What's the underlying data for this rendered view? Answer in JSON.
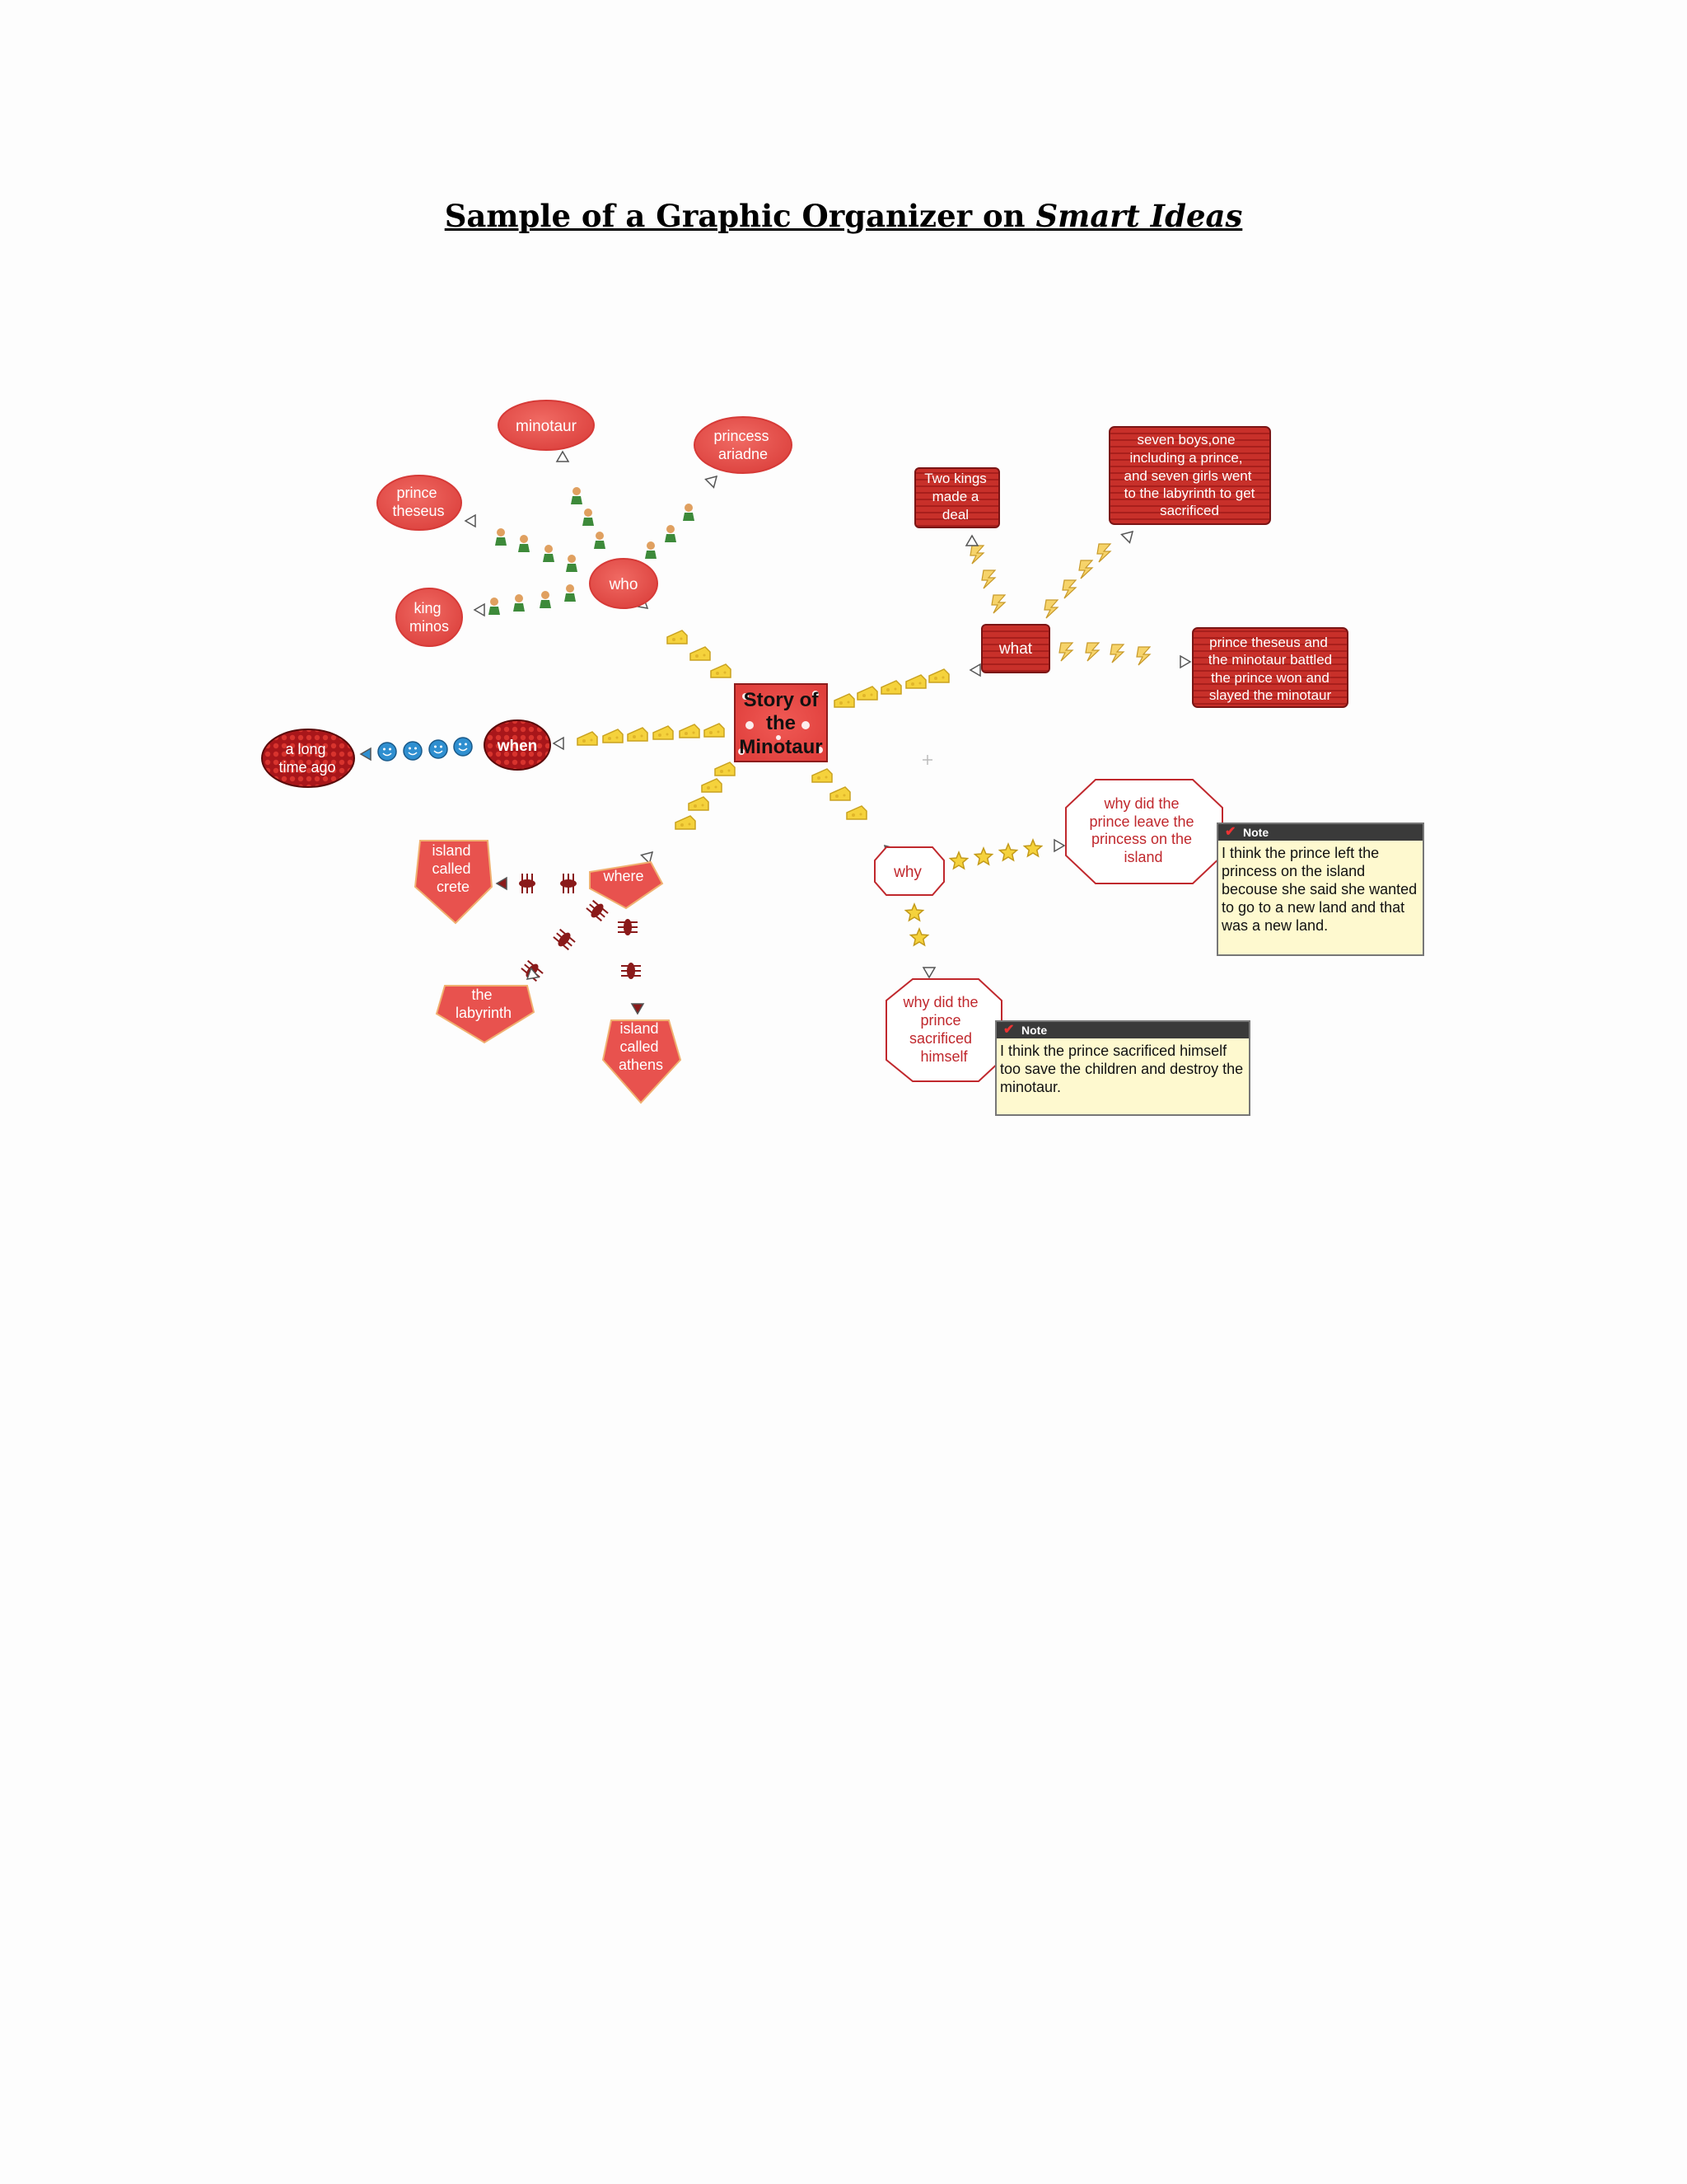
{
  "title": {
    "prefix": "Sample of a Graphic Organizer on ",
    "italic": "Smart Ideas"
  },
  "center": {
    "lines": [
      "Story of",
      "the",
      "Minotaur"
    ]
  },
  "nodes": {
    "who": "who",
    "minotaur": "minotaur",
    "princess_ariadne": [
      "princess",
      "ariadne"
    ],
    "prince_theseus": [
      "prince",
      "theseus"
    ],
    "king_minos": [
      "king",
      "minos"
    ],
    "when": "when",
    "long_time_ago": [
      "a long",
      "time ago"
    ],
    "where": "where",
    "island_crete": [
      "island",
      "called",
      "crete"
    ],
    "the_labyrinth": [
      "the",
      "labyrinth"
    ],
    "island_athens": [
      "island",
      "called",
      "athens"
    ],
    "what": "what",
    "two_kings": [
      "Two kings",
      "made a",
      "deal"
    ],
    "seven_boys": [
      "seven boys,one",
      "including a  prince,",
      "and seven girls went",
      "to the labyrinth to get",
      "sacrificed"
    ],
    "prince_battled": [
      "prince theseus and",
      "the minotaur battled",
      "the prince won and",
      "slayed the minotaur"
    ],
    "why": "why",
    "why_leave": [
      "why did the",
      "prince leave the",
      "princess on the",
      "island"
    ],
    "why_sacrifice": [
      "why did the",
      "prince",
      "sacrificed",
      "himself"
    ]
  },
  "notes": {
    "note1": {
      "header": "Note",
      "text": "I think the prince left the princess on the island becouse she said she wanted to go to a new land and that was a new land."
    },
    "note2": {
      "header": "Note",
      "text": "I think the prince sacrificed himself too save the children and destroy the minotaur."
    }
  },
  "colors": {
    "node_fill": "#e8524e",
    "dark_fill": "#c62c2a",
    "deep_fill": "#a4161a",
    "note_bg": "#fef9cf",
    "cheese": "#f5d23c",
    "smiley": "#2f8fd0"
  }
}
